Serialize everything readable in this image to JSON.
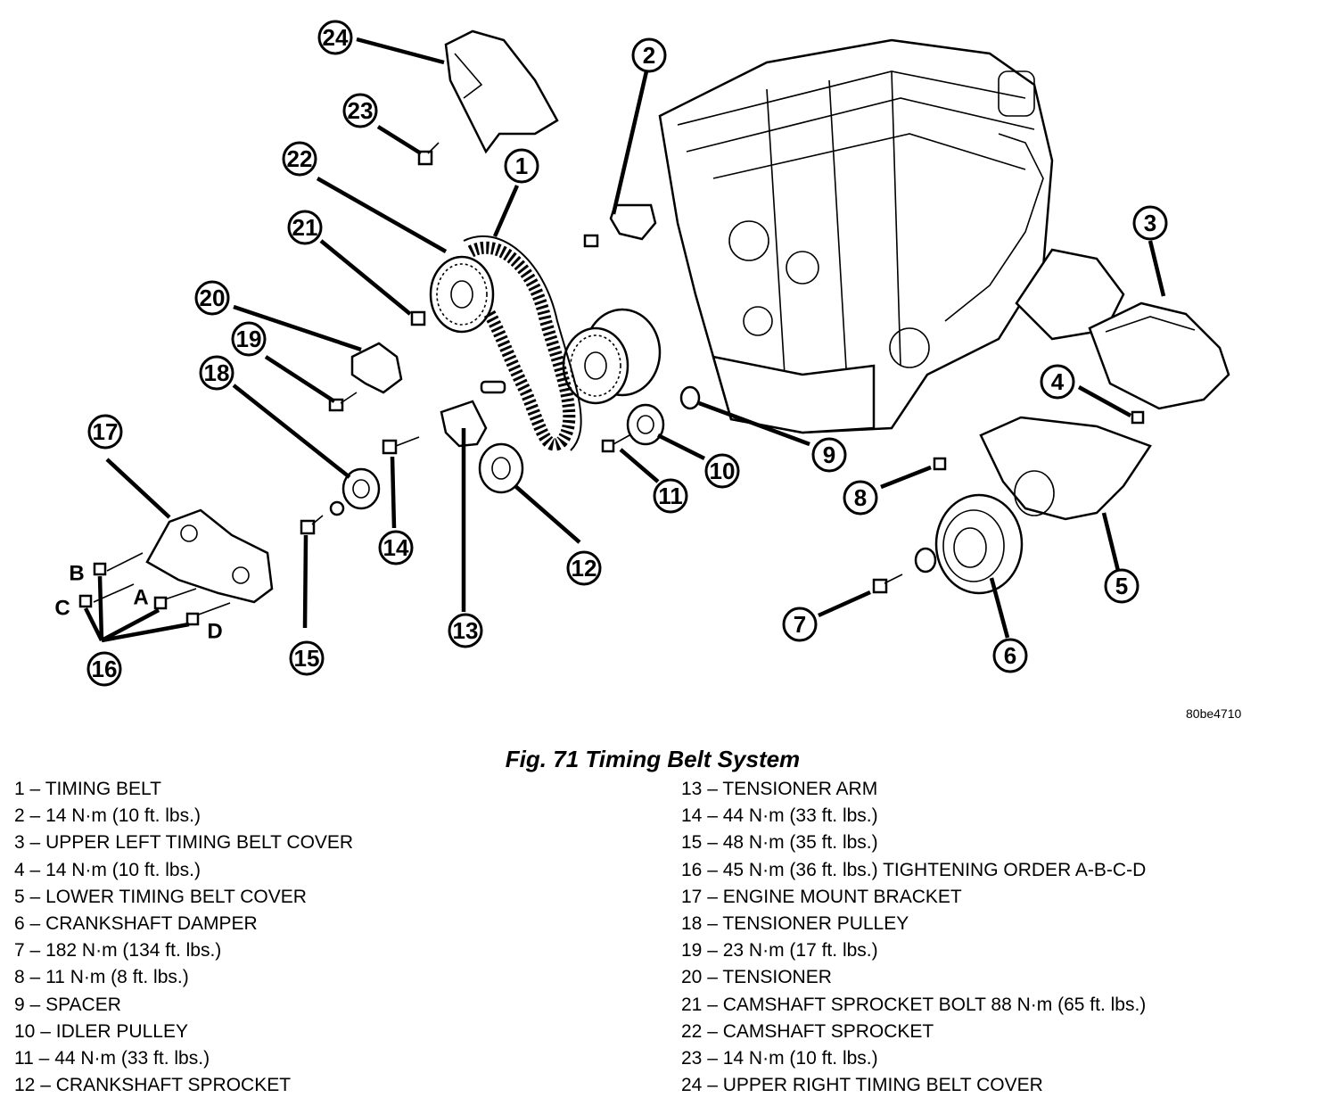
{
  "figure": {
    "title": "Fig. 71 Timing Belt System",
    "reference": "80be4710",
    "corner_letters": [
      "A",
      "B",
      "C",
      "D"
    ]
  },
  "callouts": [
    "1",
    "2",
    "3",
    "4",
    "5",
    "6",
    "7",
    "8",
    "9",
    "10",
    "11",
    "12",
    "13",
    "14",
    "15",
    "16",
    "17",
    "18",
    "19",
    "20",
    "21",
    "22",
    "23",
    "24"
  ],
  "legend": {
    "left": [
      {
        "num": "1",
        "sep": "–",
        "label": "TIMING BELT"
      },
      {
        "num": "2",
        "sep": "–",
        "label": "14 N·m (10 ft. lbs.)"
      },
      {
        "num": "3",
        "sep": "–",
        "label": "UPPER LEFT TIMING BELT COVER"
      },
      {
        "num": "4",
        "sep": "–",
        "label": "14 N·m (10 ft. lbs.)"
      },
      {
        "num": "5",
        "sep": "–",
        "label": "LOWER TIMING BELT COVER"
      },
      {
        "num": "6",
        "sep": "–",
        "label": "CRANKSHAFT DAMPER"
      },
      {
        "num": "7",
        "sep": "–",
        "label": "182 N·m (134 ft. lbs.)"
      },
      {
        "num": "8",
        "sep": "–",
        "label": "11 N·m (8 ft. lbs.)"
      },
      {
        "num": "9",
        "sep": "–",
        "label": "SPACER"
      },
      {
        "num": "10",
        "sep": "–",
        "label": "IDLER PULLEY"
      },
      {
        "num": "11",
        "sep": "–",
        "label": "44 N·m (33 ft. lbs.)"
      },
      {
        "num": "12",
        "sep": "–",
        "label": "CRANKSHAFT SPROCKET"
      }
    ],
    "right": [
      {
        "num": "13",
        "sep": "–",
        "label": "TENSIONER ARM"
      },
      {
        "num": "14",
        "sep": "–",
        "label": "44 N·m (33 ft. lbs.)"
      },
      {
        "num": "15",
        "sep": "–",
        "label": "48 N·m (35 ft. lbs.)"
      },
      {
        "num": "16",
        "sep": "–",
        "label": "45 N·m (36 ft. lbs.) TIGHTENING ORDER A-B-C-D"
      },
      {
        "num": "17",
        "sep": "–",
        "label": "ENGINE MOUNT BRACKET"
      },
      {
        "num": "18",
        "sep": "–",
        "label": "TENSIONER PULLEY"
      },
      {
        "num": "19",
        "sep": "–",
        "label": "23 N·m (17 ft. lbs.)"
      },
      {
        "num": "20",
        "sep": "–",
        "label": "TENSIONER"
      },
      {
        "num": "21",
        "sep": "–",
        "label": "CAMSHAFT SPROCKET BOLT 88 N·m (65 ft. lbs.)"
      },
      {
        "num": "22",
        "sep": "–",
        "label": "CAMSHAFT SPROCKET"
      },
      {
        "num": "23",
        "sep": "–",
        "label": "14 N·m (10 ft. lbs.)"
      },
      {
        "num": "24",
        "sep": "–",
        "label": "UPPER RIGHT TIMING BELT COVER"
      }
    ]
  }
}
